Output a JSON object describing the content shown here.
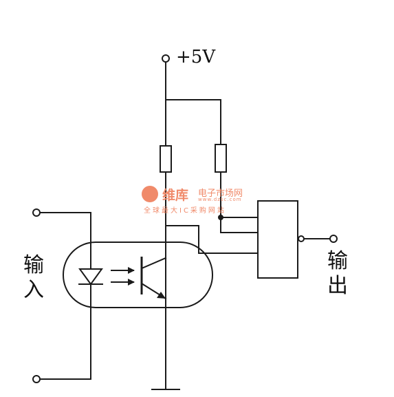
{
  "labels": {
    "supply": "+5V",
    "input": "输入",
    "output": "输出"
  },
  "watermark": {
    "brand": "维库",
    "site": "电子市场网",
    "url": "www.dzsc.com",
    "slogan": "全球最大IC采购网站"
  },
  "colors": {
    "line": "#1a1a1a",
    "watermark": "#f08a6a"
  },
  "icons": [
    "power-terminal-icon",
    "resistor-icon",
    "led-icon",
    "phototransistor-icon",
    "nand-gate-icon",
    "ground-icon"
  ]
}
